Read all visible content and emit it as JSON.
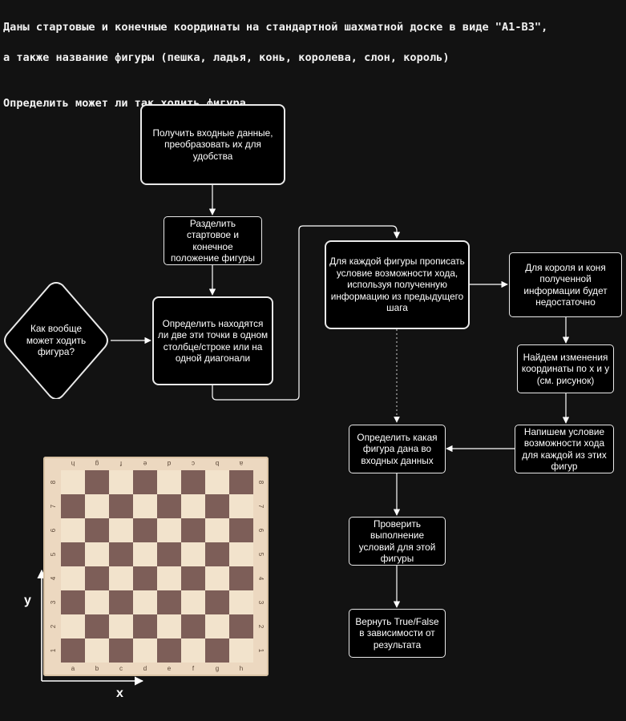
{
  "header": {
    "line1": "Даны стартовые и конечные координаты на стандартной шахматной доске в виде \"A1-B3\",",
    "line2": "а также название фигуры (пешка, ладья, конь, королева, слон, король)",
    "task": "Определить может ли так ходить фигура."
  },
  "nodes": {
    "get_input": "Получить входные данные, преобразовать их для удобства",
    "split_positions": "Разделить стартовое и конечное положение фигуры",
    "how_pieces_move": "Как вообще может ходить фигура?",
    "check_line_diag": "Определить находятся ли две эти точки в одном столбце/строке или на одной диагонали",
    "write_conditions": "Для каждой фигуры прописать условие возможности хода, используя полученную информацию из предыдущего шага",
    "king_knight_note": "Для короля и коня полученной информации будет недостаточно",
    "find_changes": "Найдем изменения координаты по x и y (см. рисунок)",
    "write_condition_each": "Напишем условие возможности хода для каждой из этих фигур",
    "determine_piece": "Определить какая фигура дана во входных данных",
    "check_conditions": "Проверить выполнение условий для этой фигуры",
    "return_result": "Вернуть True/False в зависимости от результата"
  },
  "board": {
    "files": [
      "a",
      "b",
      "c",
      "d",
      "e",
      "f",
      "g",
      "h"
    ],
    "ranks": [
      "8",
      "7",
      "6",
      "5",
      "4",
      "3",
      "2",
      "1"
    ],
    "light_color": "#f2e3cc",
    "dark_color": "#7d5e58"
  },
  "axes": {
    "x_label": "x",
    "y_label": "y"
  },
  "colors": {
    "background": "#121212",
    "node_fill": "#000000",
    "edge": "#ffffff"
  }
}
